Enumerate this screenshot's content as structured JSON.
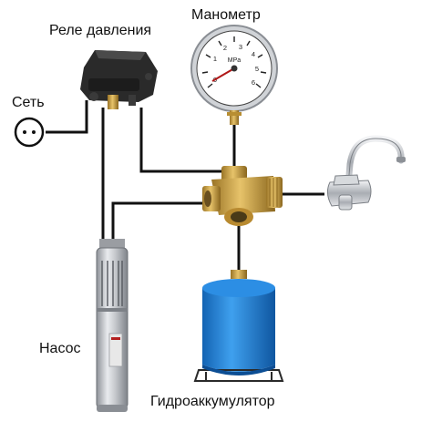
{
  "labels": {
    "pressure_switch": "Реле давления",
    "pressure_gauge": "Манометр",
    "mains": "Сеть",
    "pump": "Насос",
    "accumulator": "Гидроаккумулятор"
  },
  "gauge": {
    "unit": "MPa",
    "scale": [
      "0",
      "1",
      "2",
      "3",
      "4",
      "5",
      "6"
    ]
  },
  "colors": {
    "lines": "#111111",
    "brass": "#c49a3c",
    "tank_blue": "#1f7fd6",
    "pump_steel": "#b9bcc1",
    "switch_body": "#2a2a2a"
  },
  "icons": {
    "mains": "socket-icon",
    "faucet": "faucet-icon"
  }
}
